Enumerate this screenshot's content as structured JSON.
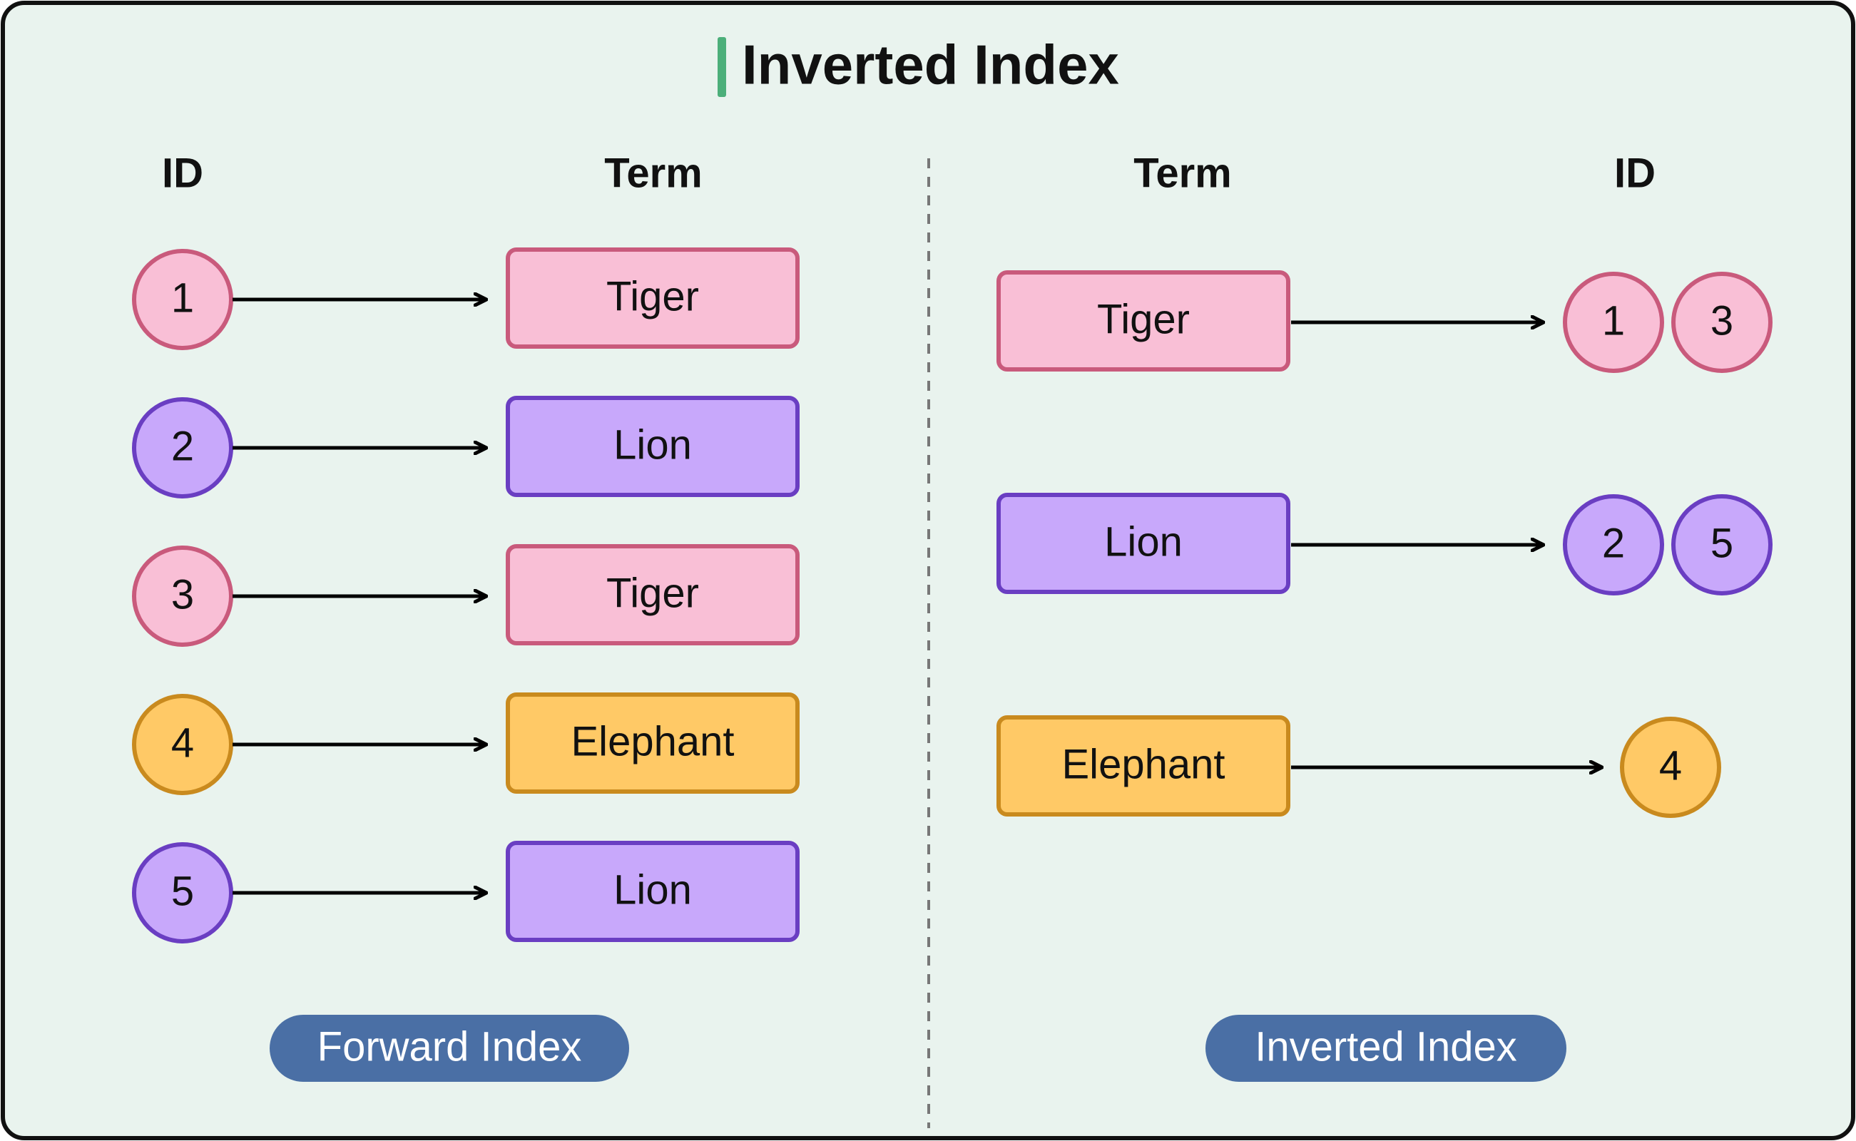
{
  "title": "Inverted Index",
  "forward": {
    "header_id": "ID",
    "header_term": "Term",
    "rows": [
      {
        "id": "1",
        "term": "Tiger",
        "color": "pink"
      },
      {
        "id": "2",
        "term": "Lion",
        "color": "purple"
      },
      {
        "id": "3",
        "term": "Tiger",
        "color": "pink"
      },
      {
        "id": "4",
        "term": "Elephant",
        "color": "orange"
      },
      {
        "id": "5",
        "term": "Lion",
        "color": "purple"
      }
    ],
    "badge": "Forward Index"
  },
  "inverted": {
    "header_term": "Term",
    "header_id": "ID",
    "rows": [
      {
        "term": "Tiger",
        "ids": [
          "1",
          "3"
        ],
        "color": "pink"
      },
      {
        "term": "Lion",
        "ids": [
          "2",
          "5"
        ],
        "color": "purple"
      },
      {
        "term": "Elephant",
        "ids": [
          "4"
        ],
        "color": "orange"
      }
    ],
    "badge": "Inverted Index"
  },
  "colors": {
    "background": "#e9f3ee",
    "title_accent": "#4caf7a",
    "badge": "#4a6fa5",
    "pink_fill": "#f9bfd6",
    "pink_stroke": "#c95a7c",
    "purple_fill": "#c8a8fb",
    "purple_stroke": "#6a3ec2",
    "orange_fill": "#ffc966",
    "orange_stroke": "#c98a1e"
  }
}
